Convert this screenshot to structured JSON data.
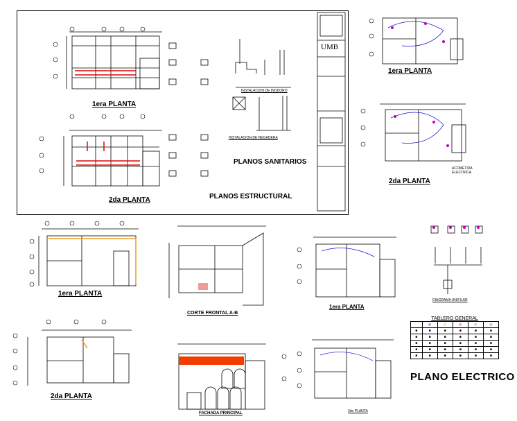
{
  "labels": {
    "structural_1": "1era PLANTA",
    "structural_2": "2da PLANTA",
    "structural_title": "PLANOS ESTRUCTURAL",
    "sanitary_title": "PLANOS SANITARIOS",
    "inodoro": "INSTALACION DE INODORO",
    "regadera": "INSTALACION DE REGADERA",
    "elec_top_1": "1era PLANTA",
    "elec_top_2": "2da PLANTA",
    "acometida": "ACOMETIDA ELECTRICA",
    "arch_1": "1era PLANTA",
    "arch_2": "2da PLANTA",
    "corte": "CORTE FRONTAL A-B",
    "fachada": "FACHADA PRINCIPAL",
    "elec_bottom_1": "1era PLANTA",
    "elec_bottom_2": "2do PLANTA",
    "diagram": "DIAGRAMA UNIFILAR",
    "tablero": "TABLERO GENERAL",
    "plano_electrico": "PLANO ELECTRICO",
    "title_block_logo": "UMB"
  },
  "colors": {
    "line": "#000000",
    "red": "#e00000",
    "orange": "#f39a1e",
    "blue": "#1010d0",
    "magenta": "#c000c0",
    "facade_red": "#f23c00",
    "pink": "#f29b9b"
  }
}
